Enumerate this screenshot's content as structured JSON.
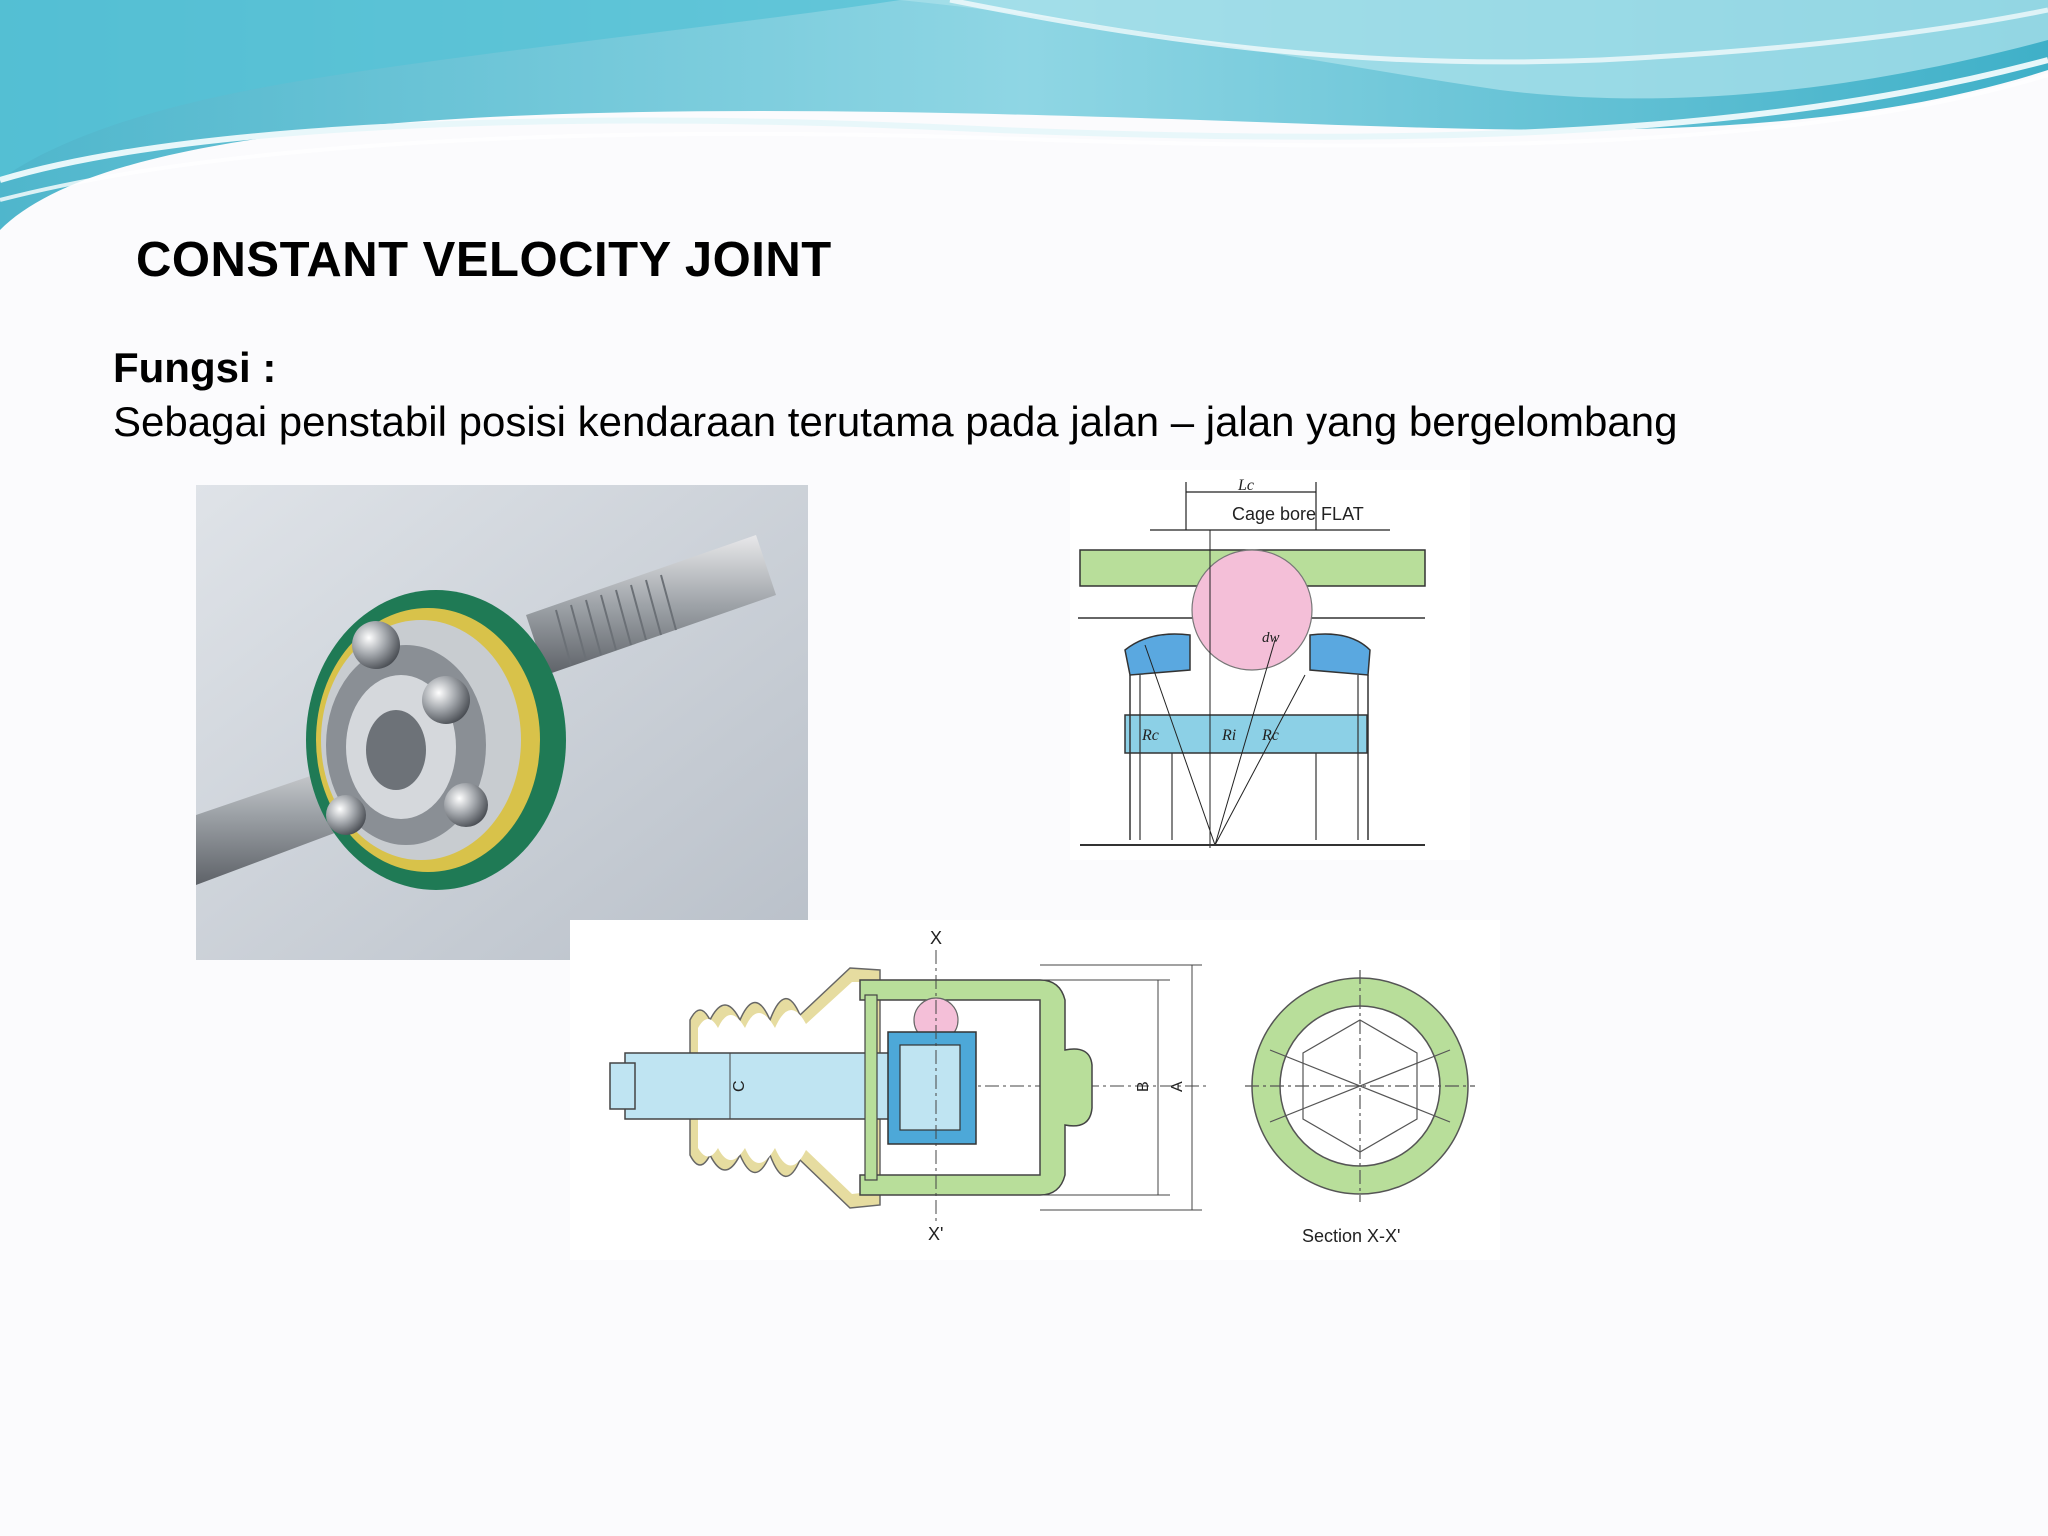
{
  "slide": {
    "title": "CONSTANT VELOCITY JOINT",
    "heading": "Fungsi :",
    "body": "Sebagai penstabil posisi kendaraan terutama pada jalan – jalan yang bergelombang"
  },
  "figure_top": {
    "dimension_label": "Lc",
    "callout": "Cage bore FLAT",
    "ball_label": "dw",
    "radius_labels": [
      "Rc",
      "Ri",
      "Rc"
    ]
  },
  "figure_bottom": {
    "axis_top": "X",
    "axis_bottom": "X'",
    "dimension_labels": [
      "C",
      "B",
      "A"
    ],
    "section_caption": "Section X-X'"
  },
  "colors": {
    "wave_light": "#9fdde6",
    "wave_dark": "#56c2d6",
    "green": "#b8de9a",
    "blue": "#8cd0e6",
    "pink": "#f4bfd8",
    "boot_yellow": "#e6dca0"
  }
}
